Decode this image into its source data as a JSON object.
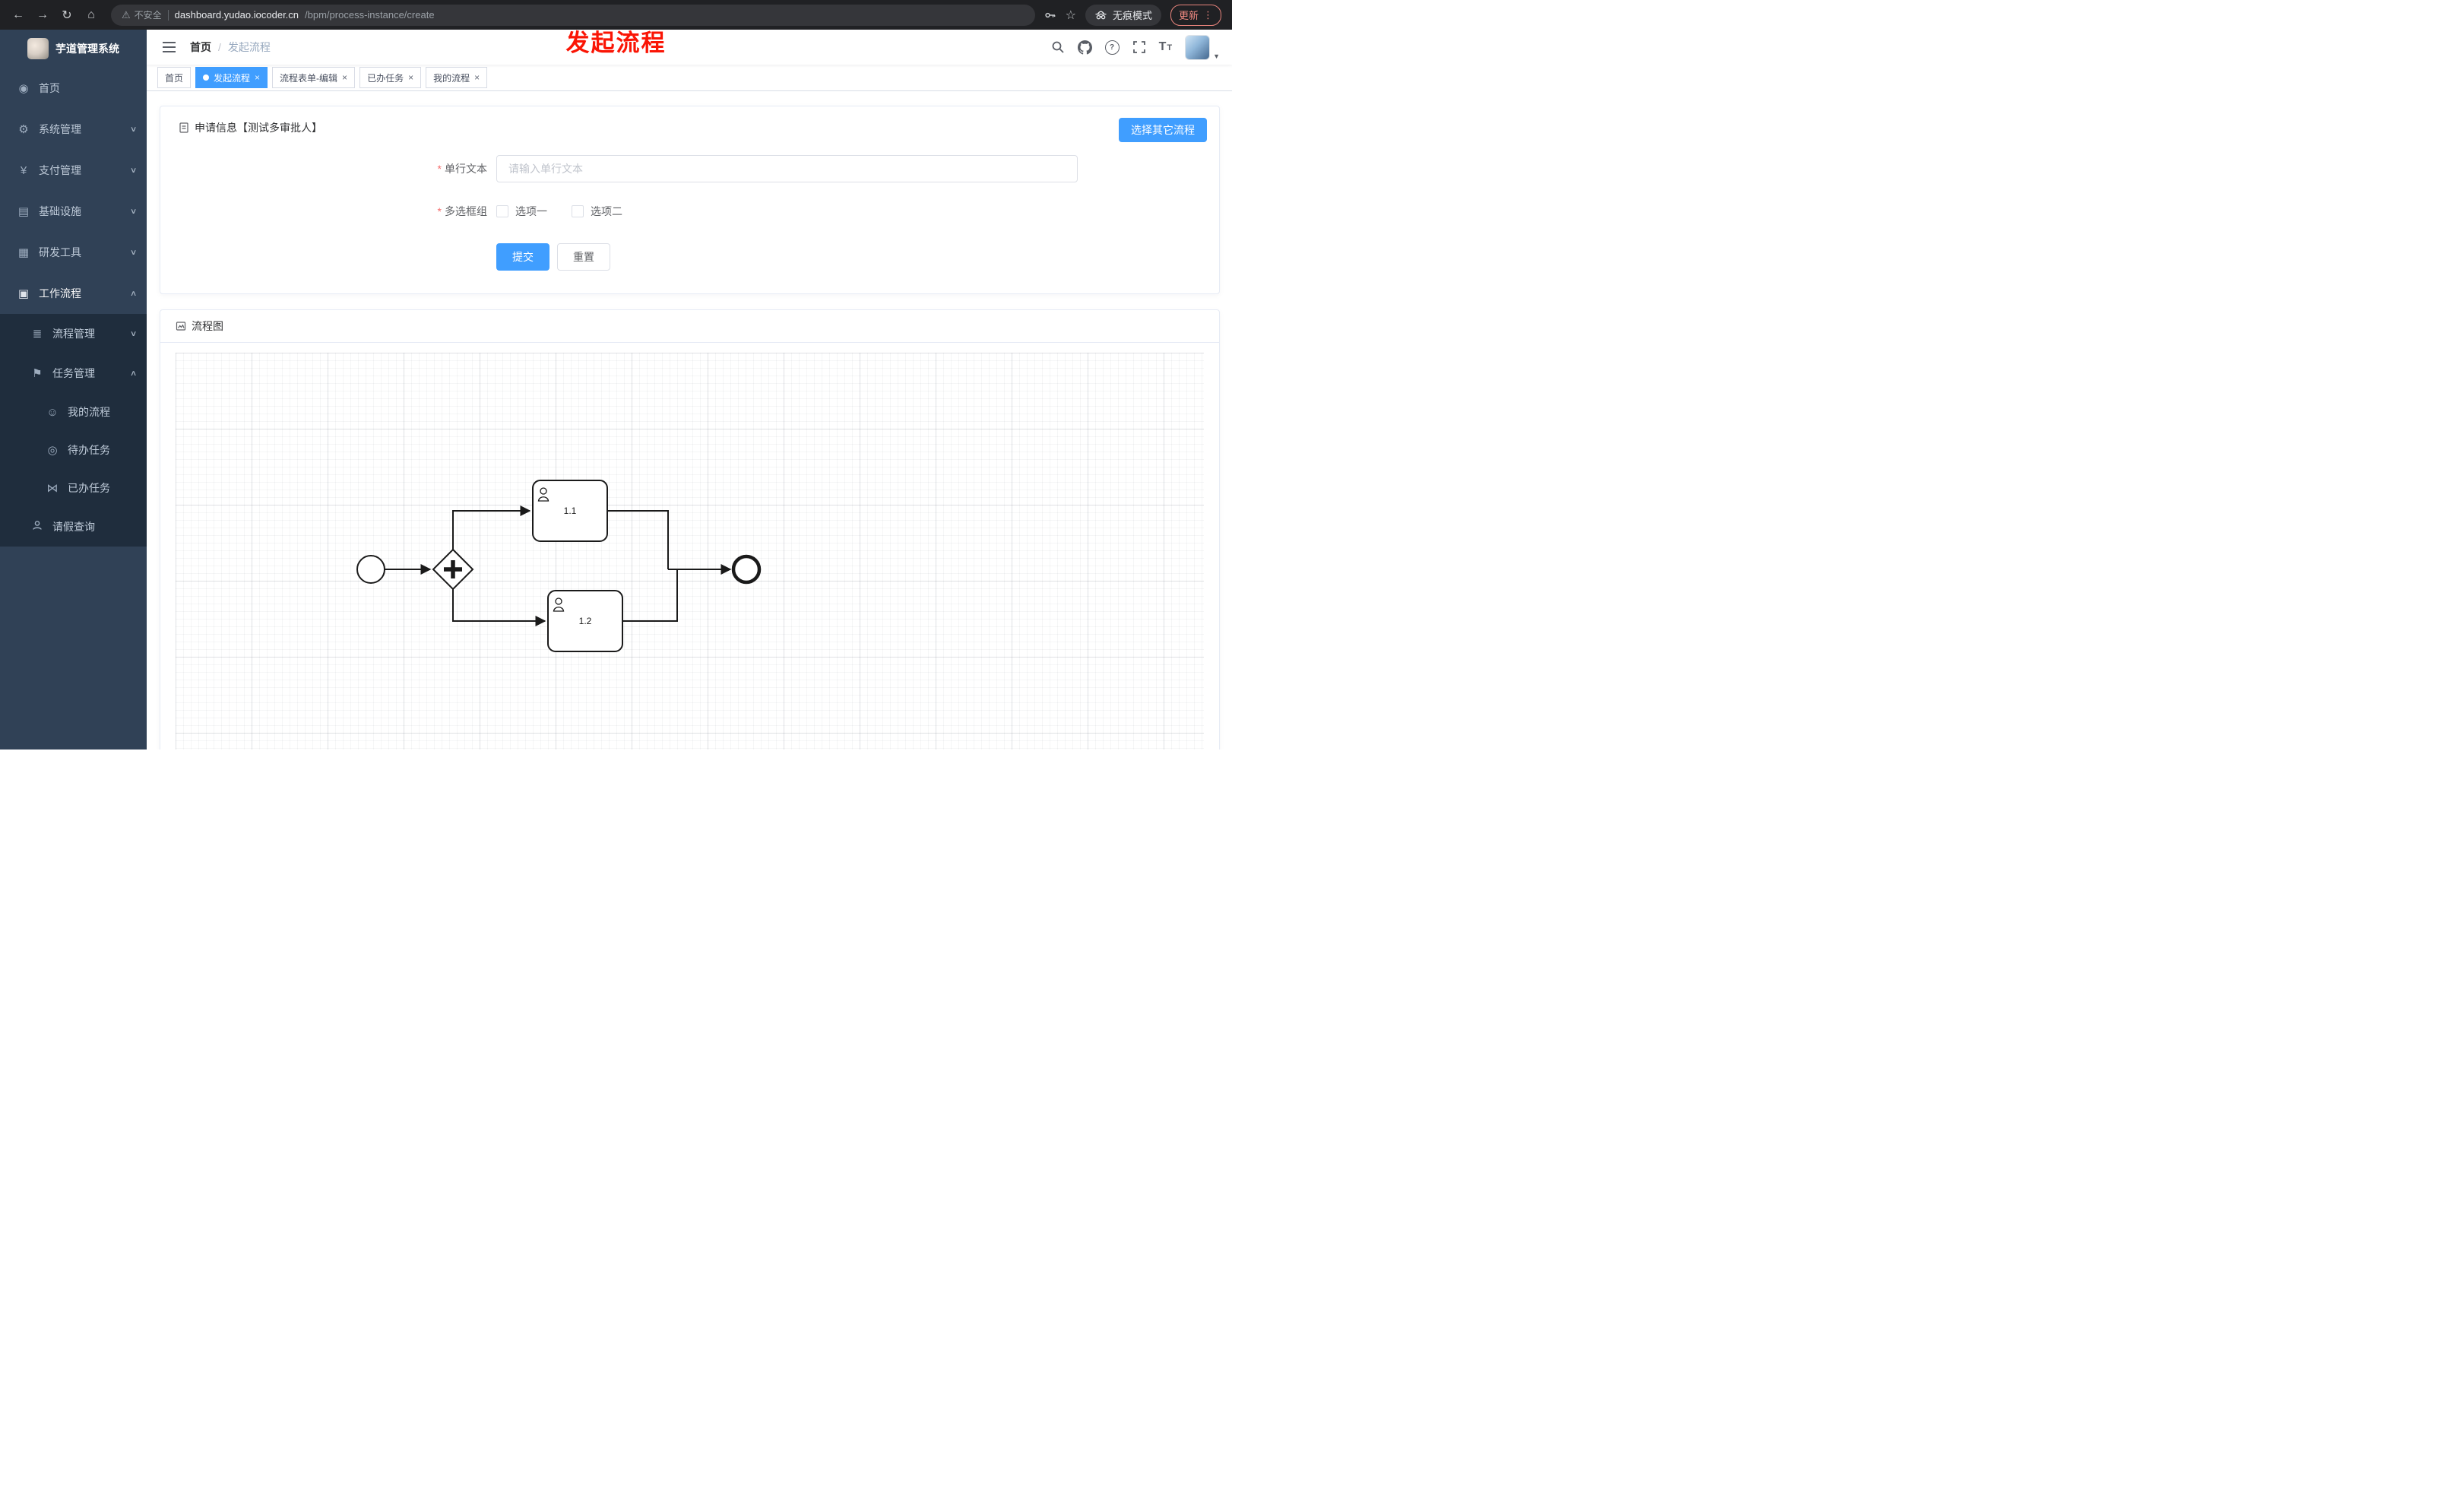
{
  "browser": {
    "security_label": "不安全",
    "url_domain": "dashboard.yudao.iocoder.cn",
    "url_path": "/bpm/process-instance/create",
    "incognito_label": "无痕模式",
    "update_label": "更新"
  },
  "annotation": {
    "text": "发起流程",
    "color": "#fa1505"
  },
  "colors": {
    "accent": "#409eff",
    "sidebar_bg": "#304156",
    "submenu_bg": "#1f2d3d",
    "danger": "#f56c6c",
    "chrome_bg": "#202124"
  },
  "sidebar": {
    "logo_title": "芋道管理系统",
    "menu": [
      {
        "label": "首页"
      },
      {
        "label": "系统管理",
        "expandable": true
      },
      {
        "label": "支付管理",
        "expandable": true
      },
      {
        "label": "基础设施",
        "expandable": true
      },
      {
        "label": "研发工具",
        "expandable": true
      },
      {
        "label": "工作流程",
        "expandable": true,
        "expanded": true,
        "children": [
          {
            "label": "流程管理",
            "expandable": true
          },
          {
            "label": "任务管理",
            "expandable": true,
            "expanded": true,
            "children": [
              {
                "label": "我的流程"
              },
              {
                "label": "待办任务"
              },
              {
                "label": "已办任务"
              }
            ]
          },
          {
            "label": "请假查询"
          }
        ]
      }
    ]
  },
  "header": {
    "breadcrumb_home": "首页",
    "breadcrumb_separator": "/",
    "breadcrumb_current": "发起流程"
  },
  "tabs": [
    {
      "label": "首页",
      "active": false,
      "closable": false
    },
    {
      "label": "发起流程",
      "active": true,
      "closable": true
    },
    {
      "label": "流程表单-编辑",
      "active": false,
      "closable": true
    },
    {
      "label": "已办任务",
      "active": false,
      "closable": true
    },
    {
      "label": "我的流程",
      "active": false,
      "closable": true
    }
  ],
  "form_card": {
    "title": "申请信息【测试多审批人】",
    "select_other_button": "选择其它流程",
    "fields": [
      {
        "label": "单行文本",
        "required": true,
        "placeholder": "请输入单行文本",
        "value": ""
      },
      {
        "label": "多选框组",
        "required": true,
        "options": [
          {
            "label": "选项一",
            "checked": false
          },
          {
            "label": "选项二",
            "checked": false
          }
        ]
      }
    ],
    "submit_label": "提交",
    "reset_label": "重置"
  },
  "diagram_card": {
    "title": "流程图",
    "tasks": [
      {
        "label": "1.1"
      },
      {
        "label": "1.2"
      }
    ]
  }
}
